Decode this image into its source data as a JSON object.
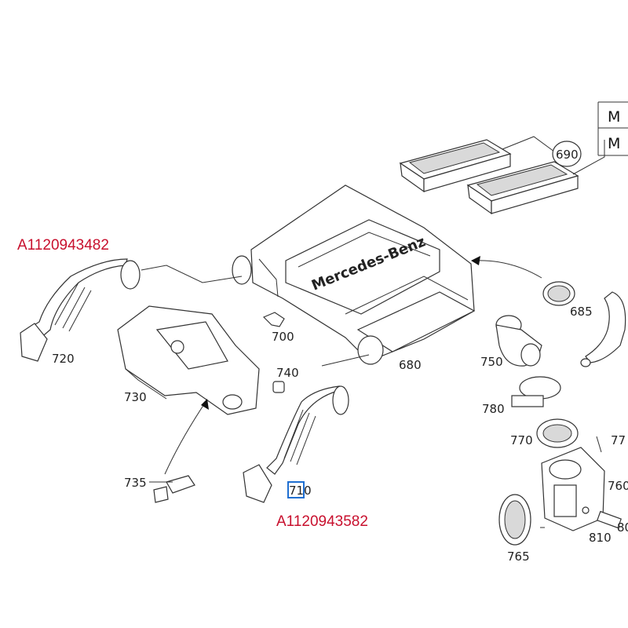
{
  "part_numbers": {
    "upper_hose": "A1120943482",
    "lower_hose": "A1120943582"
  },
  "table_rows": [
    "M",
    "M"
  ],
  "brand_text": "Mercedes-Benz",
  "callouts": {
    "c690": "690",
    "c685": "685",
    "c700": "700",
    "c720": "720",
    "c730": "730",
    "c740": "740",
    "c680": "680",
    "c750": "750",
    "c780": "780",
    "c770": "770",
    "c77x": "77",
    "c735": "735",
    "c710": "710",
    "c760": "760",
    "c810": "810",
    "c80x": "80",
    "c765": "765"
  },
  "highlight_color": "#1f6fd1",
  "part_number_color": "#c8102e"
}
